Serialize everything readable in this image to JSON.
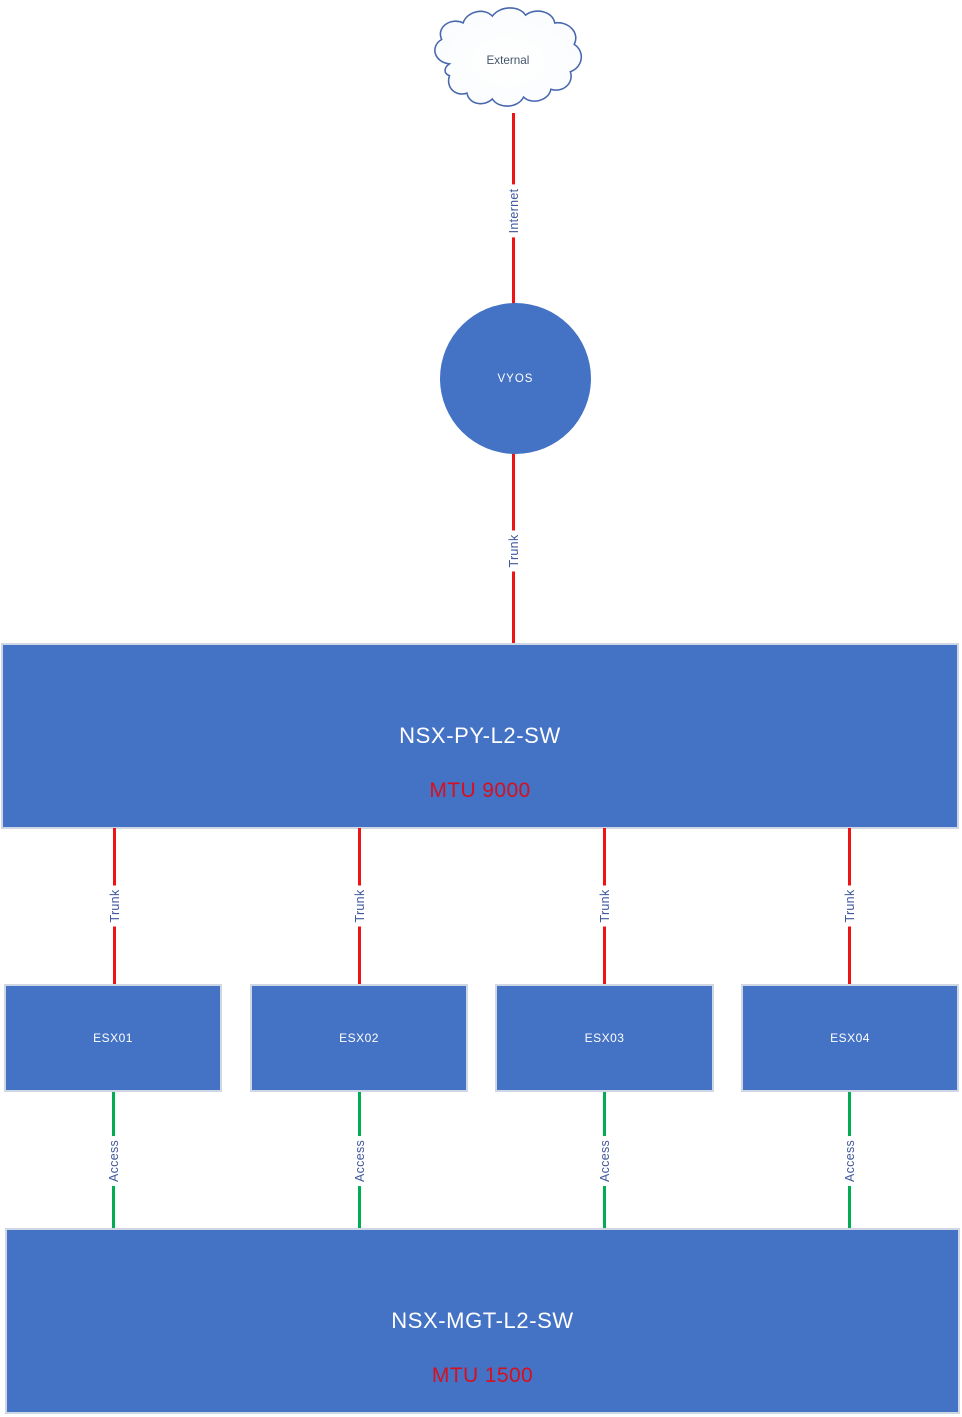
{
  "colors": {
    "shape-blue": "#4472c4",
    "red-line": "#ee1414",
    "green-line": "#00ad52",
    "mtu-red": "#d6101f",
    "edge-label-blue": "#41599c",
    "cloud-stroke": "#4867ad",
    "cloud-text": "#44546a",
    "box-border": "#cfd6e4"
  },
  "nodes": {
    "external_cloud": {
      "label": "External"
    },
    "vyos_router": {
      "label": "VYOS"
    },
    "payload_switch": {
      "label": "NSX-PY-L2-SW",
      "mtu": "MTU 9000"
    },
    "esx_hosts": [
      {
        "label": "ESX01"
      },
      {
        "label": "ESX02"
      },
      {
        "label": "ESX03"
      },
      {
        "label": "ESX04"
      }
    ],
    "mgmt_switch": {
      "label": "NSX-MGT-L2-SW",
      "mtu": "MTU 1500"
    }
  },
  "edges": {
    "internet": {
      "label": "Internet",
      "type": "red"
    },
    "uplink_trunk": {
      "label": "Trunk",
      "type": "red"
    },
    "host_trunks": [
      {
        "label": "Trunk"
      },
      {
        "label": "Trunk"
      },
      {
        "label": "Trunk"
      },
      {
        "label": "Trunk"
      }
    ],
    "host_access": [
      {
        "label": "Access"
      },
      {
        "label": "Access"
      },
      {
        "label": "Access"
      },
      {
        "label": "Access"
      }
    ]
  }
}
